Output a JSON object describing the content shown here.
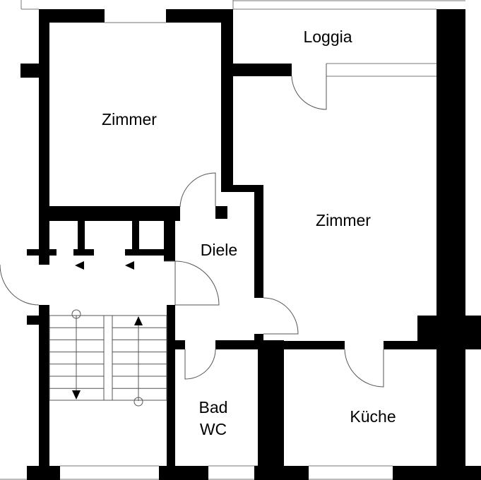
{
  "rooms": {
    "zimmer_left": "Zimmer",
    "loggia": "Loggia",
    "zimmer_right": "Zimmer",
    "diele": "Diele",
    "bad": "Bad",
    "wc": "WC",
    "kueche": "Küche"
  }
}
